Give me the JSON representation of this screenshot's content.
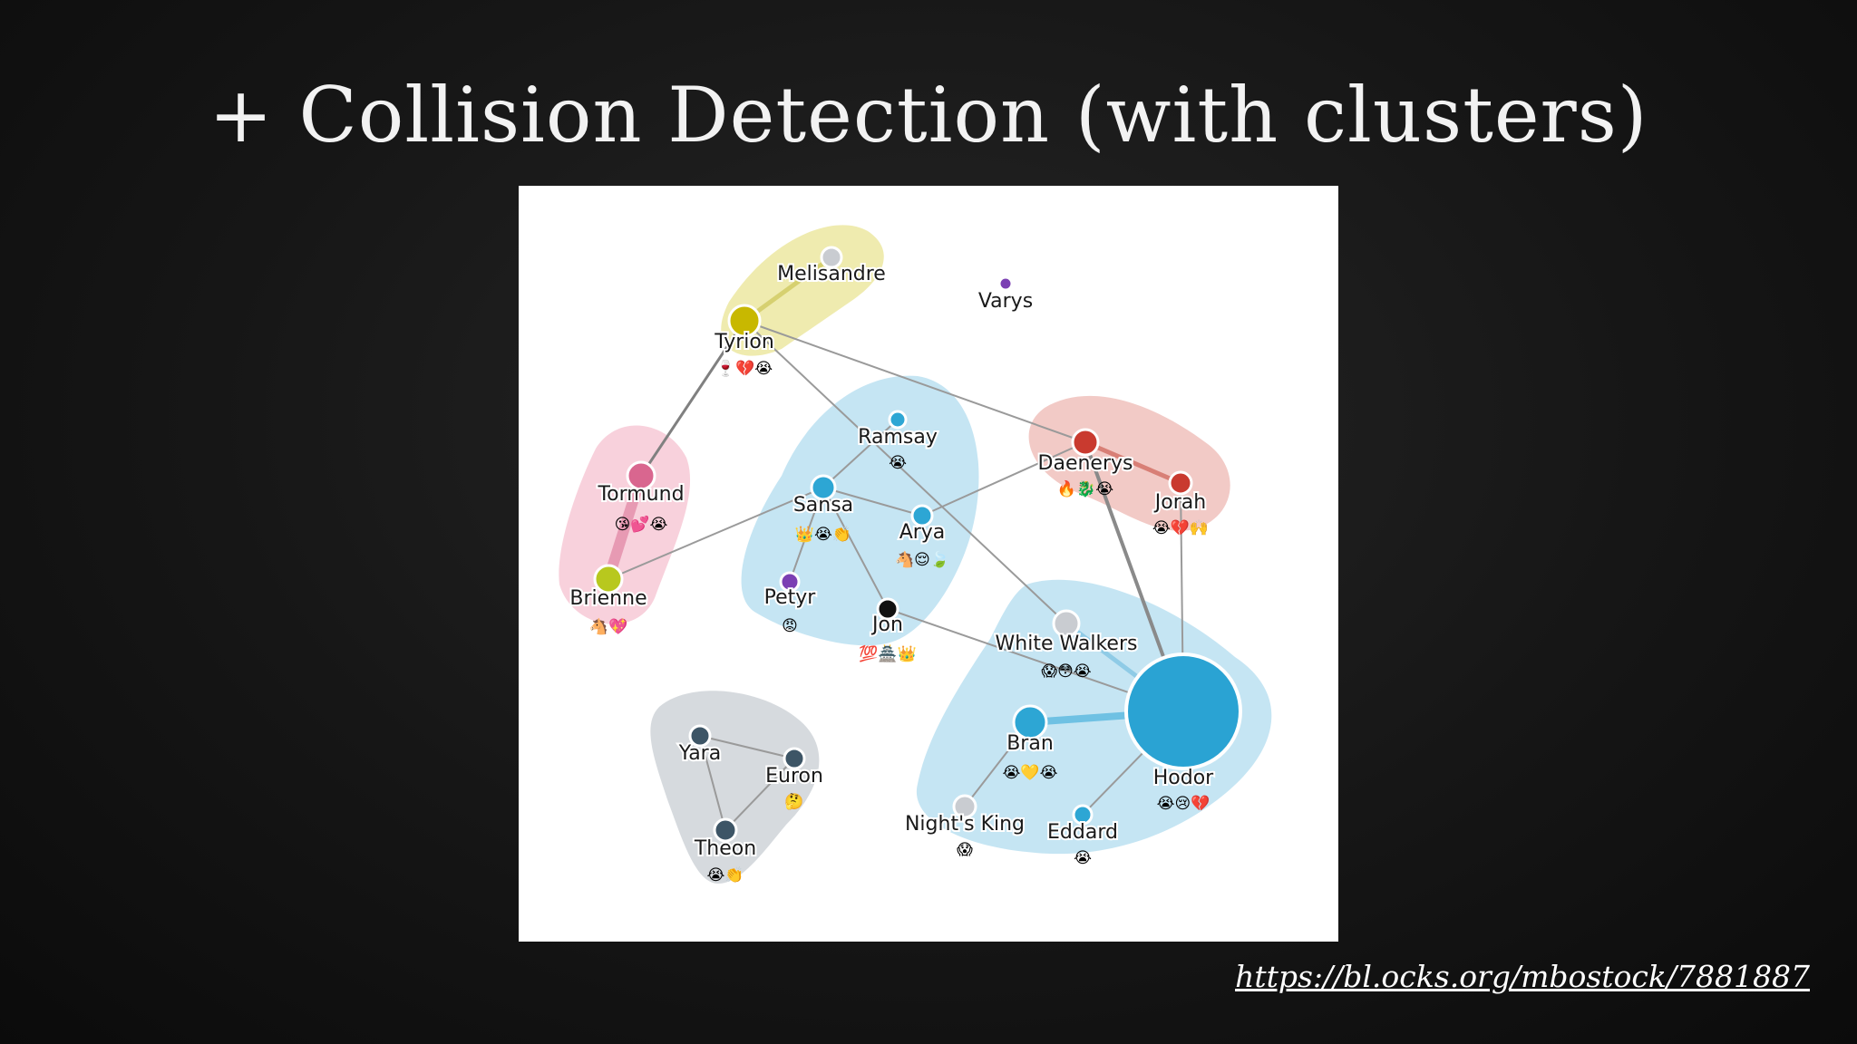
{
  "slide": {
    "title": "+ Collision Detection (with clusters)",
    "link": "https://bl.ocks.org/mbostock/7881887"
  },
  "diagram": {
    "type": "force-directed-network",
    "clusters": [
      {
        "id": "yellow",
        "color": "#ede9a6",
        "members": [
          "Tyrion",
          "Melisandre"
        ]
      },
      {
        "id": "pink",
        "color": "#f7ccd8",
        "members": [
          "Tormund",
          "Brienne"
        ]
      },
      {
        "id": "blue-north",
        "color": "#bfe2f2",
        "members": [
          "Ramsay",
          "Sansa",
          "Arya",
          "Petyr",
          "Jon"
        ]
      },
      {
        "id": "red",
        "color": "#f1c4c0",
        "members": [
          "Daenerys",
          "Jorah"
        ]
      },
      {
        "id": "blue-south",
        "color": "#bfe2f2",
        "members": [
          "White Walkers",
          "Bran",
          "Hodor",
          "Night's King",
          "Eddard"
        ]
      },
      {
        "id": "grey",
        "color": "#d2d6da",
        "members": [
          "Yara",
          "Euron",
          "Theon"
        ]
      }
    ],
    "nodes": [
      {
        "id": "Melisandre",
        "label": "Melisandre",
        "color": "#c9ccd1",
        "emoji": ""
      },
      {
        "id": "Tyrion",
        "label": "Tyrion",
        "color": "#c8b800",
        "emoji": "🍷💔😭"
      },
      {
        "id": "Varys",
        "label": "Varys",
        "color": "#7b3fb3",
        "emoji": ""
      },
      {
        "id": "Ramsay",
        "label": "Ramsay",
        "color": "#2da6d4",
        "emoji": "😭"
      },
      {
        "id": "Tormund",
        "label": "Tormund",
        "color": "#d9668f",
        "emoji": "😘💕😭"
      },
      {
        "id": "Sansa",
        "label": "Sansa",
        "color": "#2da6d4",
        "emoji": "👑😭👏"
      },
      {
        "id": "Arya",
        "label": "Arya",
        "color": "#2da6d4",
        "emoji": "🐴😌🍃"
      },
      {
        "id": "Daenerys",
        "label": "Daenerys",
        "color": "#c93a2f",
        "emoji": "🔥🐉😭"
      },
      {
        "id": "Jorah",
        "label": "Jorah",
        "color": "#c93a2f",
        "emoji": "😭💔🙌"
      },
      {
        "id": "Brienne",
        "label": "Brienne",
        "color": "#b8c81e",
        "emoji": "🐴💖"
      },
      {
        "id": "Petyr",
        "label": "Petyr",
        "color": "#7b3fb3",
        "emoji": "😡"
      },
      {
        "id": "Jon",
        "label": "Jon",
        "color": "#111111",
        "emoji": "💯🏯👑"
      },
      {
        "id": "White Walkers",
        "label": "White Walkers",
        "color": "#c9ccd1",
        "emoji": "😱😳😭"
      },
      {
        "id": "Hodor",
        "label": "Hodor",
        "color": "#2aa3d3",
        "emoji": "😭😢💔"
      },
      {
        "id": "Bran",
        "label": "Bran",
        "color": "#2da6d4",
        "emoji": "😭💛😭"
      },
      {
        "id": "Night's King",
        "label": "Night's King",
        "color": "#c9ccd1",
        "emoji": "😱"
      },
      {
        "id": "Eddard",
        "label": "Eddard",
        "color": "#2da6d4",
        "emoji": "😭"
      },
      {
        "id": "Yara",
        "label": "Yara",
        "color": "#3d5566",
        "emoji": ""
      },
      {
        "id": "Euron",
        "label": "Euron",
        "color": "#3d5566",
        "emoji": "🤔"
      },
      {
        "id": "Theon",
        "label": "Theon",
        "color": "#3d5566",
        "emoji": "😭👏"
      }
    ],
    "links": [
      {
        "source": "Tyrion",
        "target": "Melisandre"
      },
      {
        "source": "Tyrion",
        "target": "Tormund"
      },
      {
        "source": "Tyrion",
        "target": "Daenerys"
      },
      {
        "source": "Tyrion",
        "target": "White Walkers"
      },
      {
        "source": "Tormund",
        "target": "Brienne"
      },
      {
        "source": "Brienne",
        "target": "Sansa"
      },
      {
        "source": "Sansa",
        "target": "Ramsay"
      },
      {
        "source": "Sansa",
        "target": "Arya"
      },
      {
        "source": "Sansa",
        "target": "Petyr"
      },
      {
        "source": "Sansa",
        "target": "Jon"
      },
      {
        "source": "Arya",
        "target": "Daenerys"
      },
      {
        "source": "Daenerys",
        "target": "Jorah"
      },
      {
        "source": "Daenerys",
        "target": "Hodor"
      },
      {
        "source": "Jorah",
        "target": "Hodor"
      },
      {
        "source": "Jon",
        "target": "Hodor"
      },
      {
        "source": "White Walkers",
        "target": "Hodor"
      },
      {
        "source": "Bran",
        "target": "Hodor"
      },
      {
        "source": "Bran",
        "target": "Night's King"
      },
      {
        "source": "Hodor",
        "target": "Eddard"
      },
      {
        "source": "Yara",
        "target": "Euron"
      },
      {
        "source": "Yara",
        "target": "Theon"
      },
      {
        "source": "Euron",
        "target": "Theon"
      }
    ]
  }
}
